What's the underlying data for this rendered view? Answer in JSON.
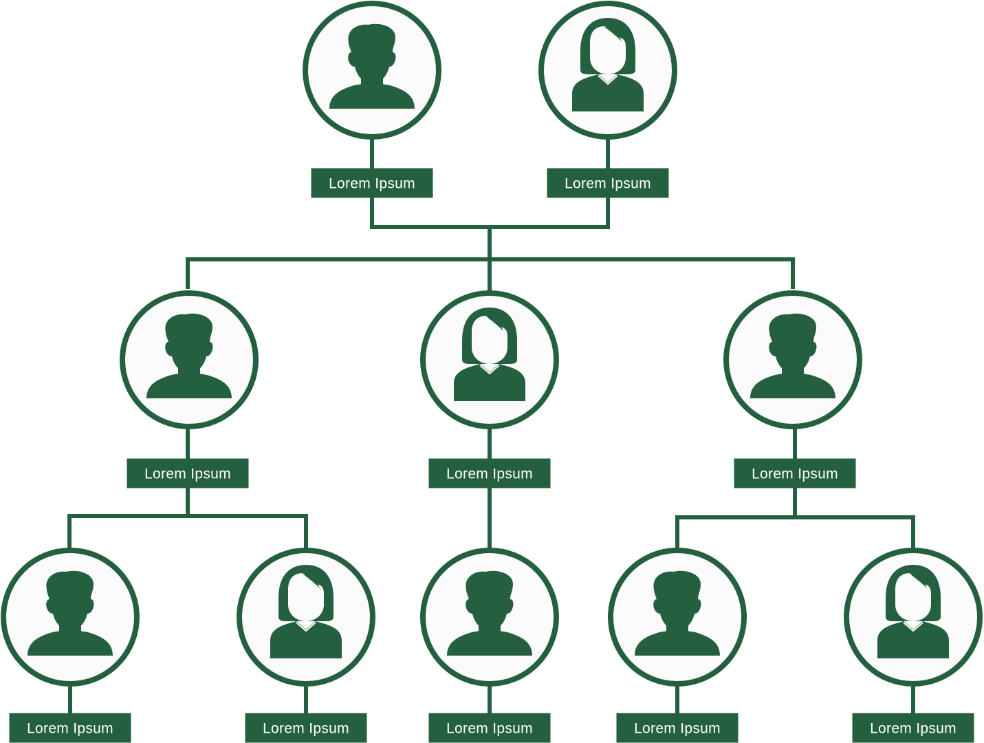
{
  "colors": {
    "primary": "#24603f",
    "circle_fill": "#fbfbfb",
    "label_text": "#ffffff",
    "background": "#ffffff"
  },
  "nodes": [
    {
      "id": "g1-male",
      "icon": "male-person-icon",
      "label": "Lorem Ipsum"
    },
    {
      "id": "g1-female",
      "icon": "female-person-icon",
      "label": "Lorem Ipsum"
    },
    {
      "id": "g2-left-male",
      "icon": "male-person-icon",
      "label": "Lorem Ipsum"
    },
    {
      "id": "g2-center-female",
      "icon": "female-person-icon",
      "label": "Lorem Ipsum"
    },
    {
      "id": "g2-right-male",
      "icon": "male-person-icon",
      "label": "Lorem Ipsum"
    },
    {
      "id": "g3-1-male",
      "icon": "male-person-icon",
      "label": "Lorem Ipsum"
    },
    {
      "id": "g3-2-female",
      "icon": "female-person-icon",
      "label": "Lorem Ipsum"
    },
    {
      "id": "g3-3-male",
      "icon": "male-person-icon",
      "label": "Lorem Ipsum"
    },
    {
      "id": "g3-4-male",
      "icon": "male-person-icon",
      "label": "Lorem Ipsum"
    },
    {
      "id": "g3-5-female",
      "icon": "female-person-icon",
      "label": "Lorem Ipsum"
    }
  ]
}
